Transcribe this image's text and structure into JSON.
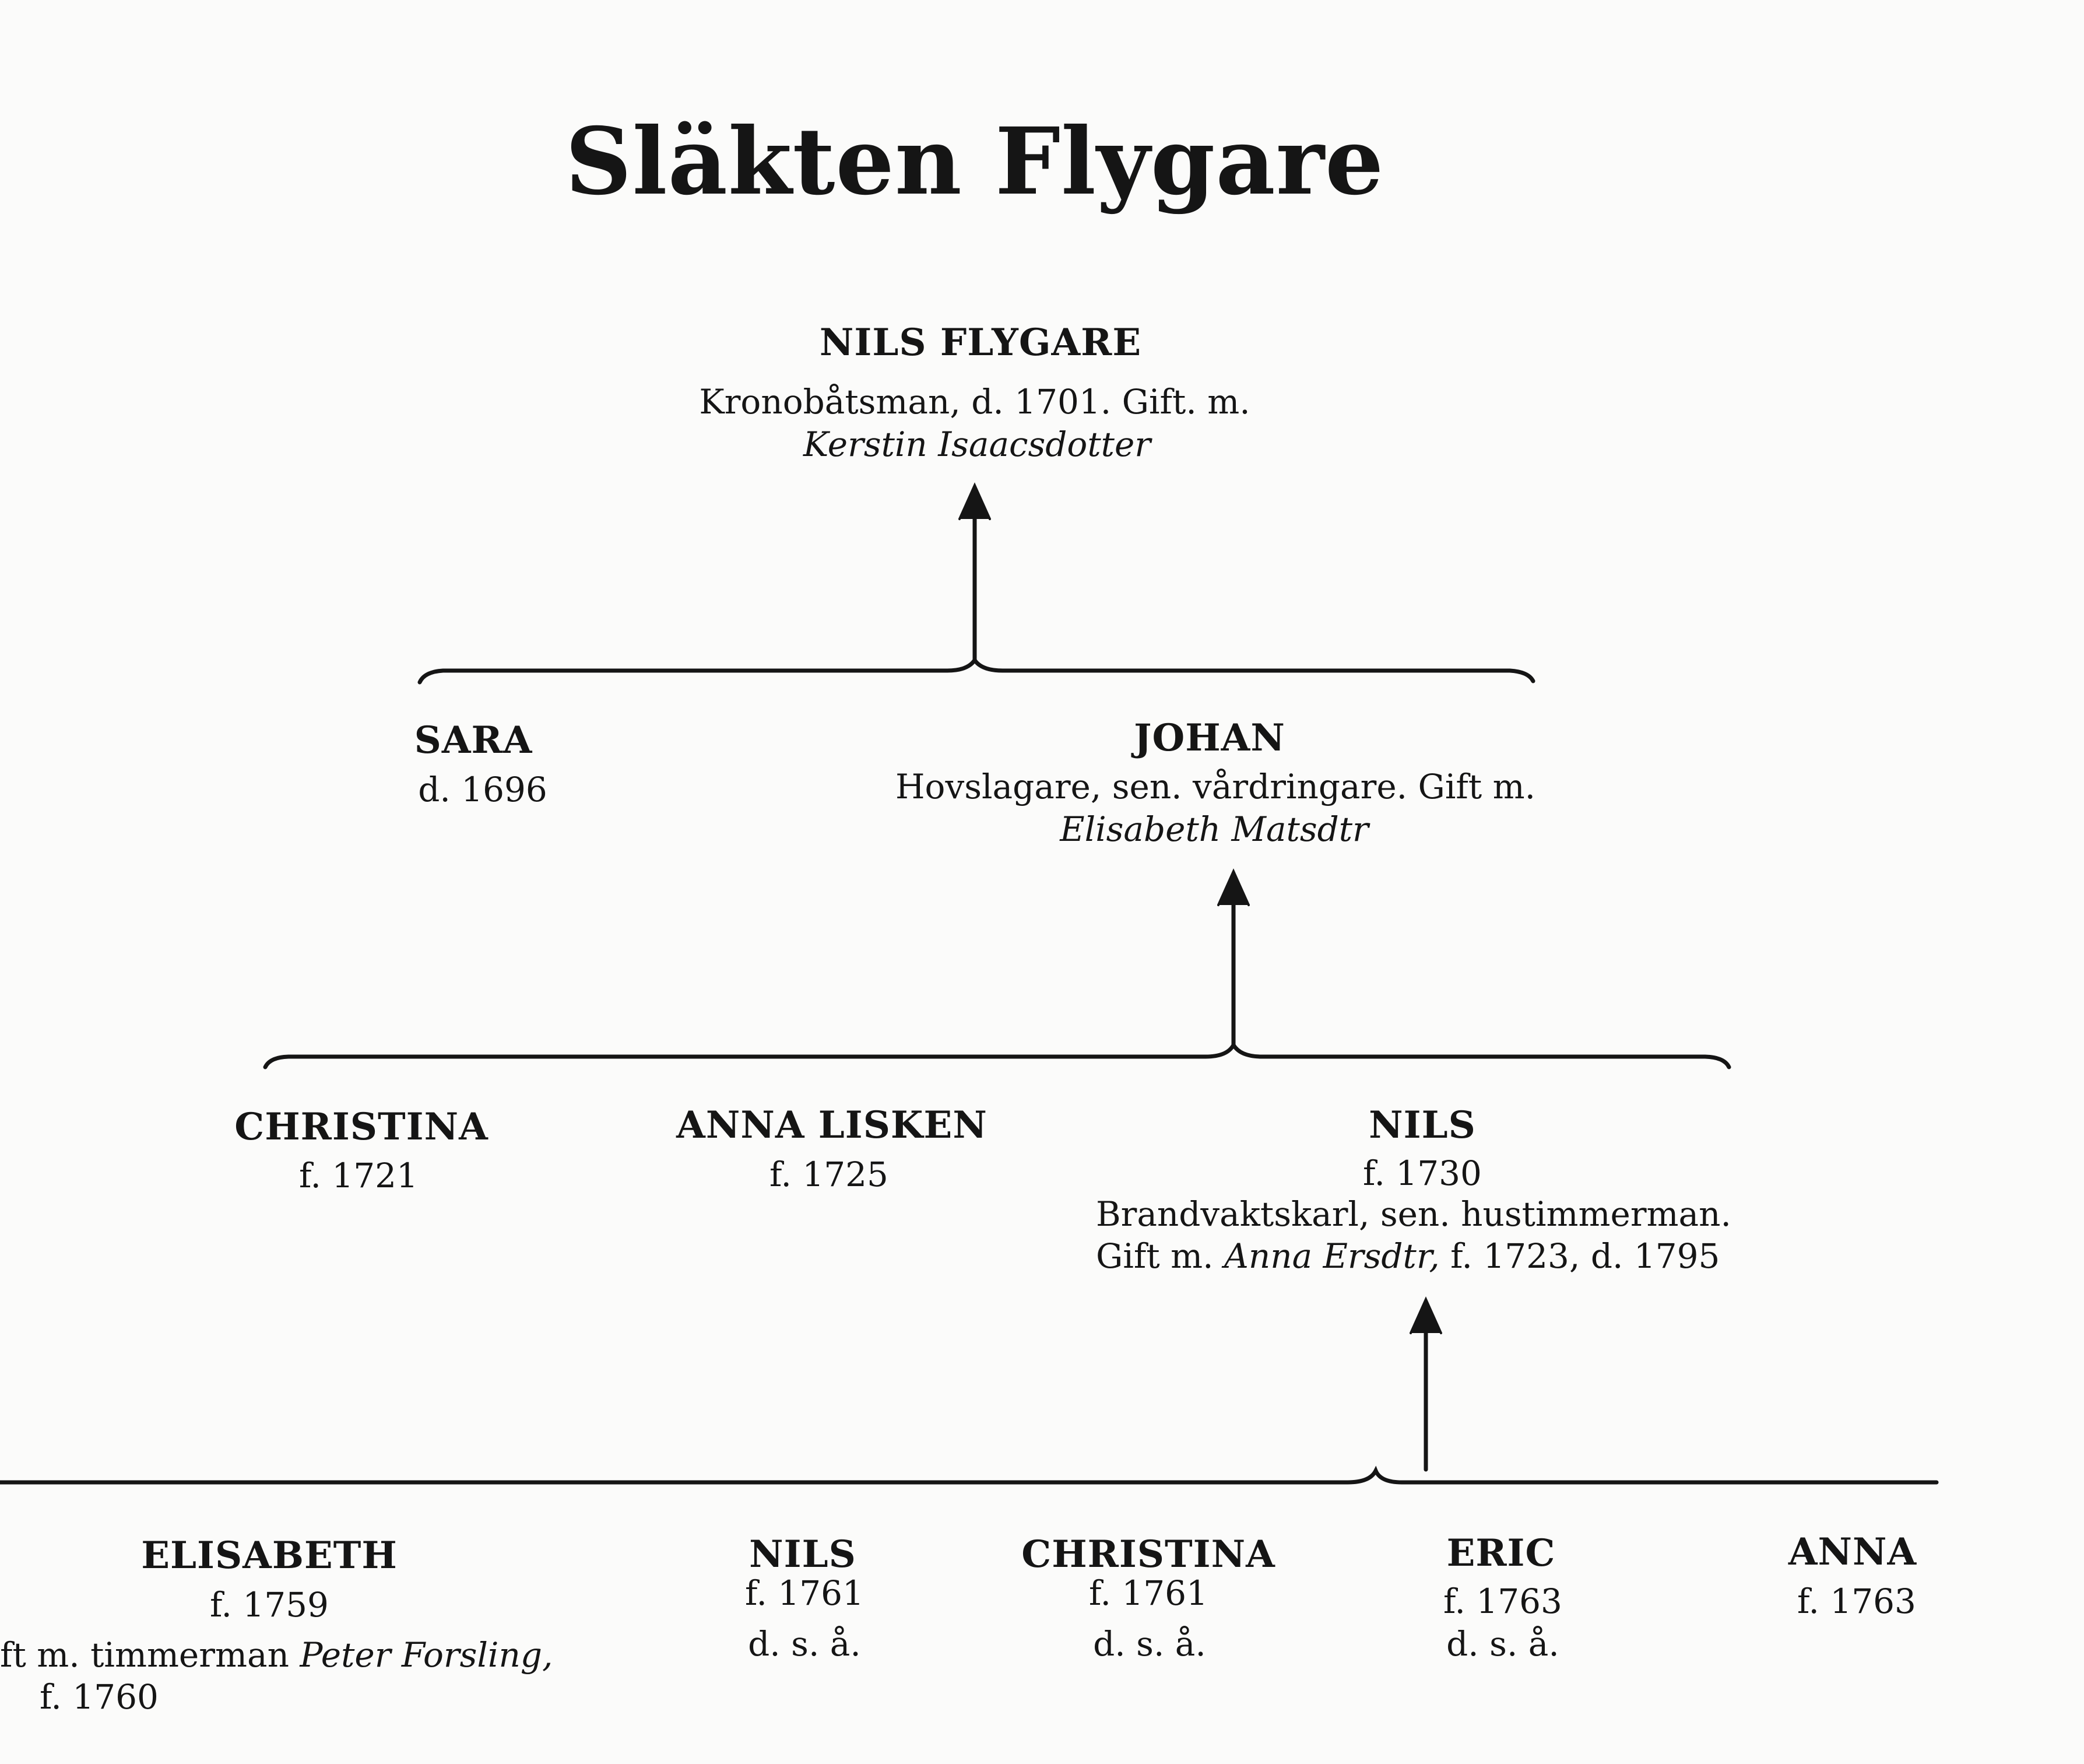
{
  "title": "Släkten Flygare",
  "gen1": {
    "name": "NILS FLYGARE",
    "line1": "Kronobåtsman, d. 1701. Gift. m.",
    "spouse": "Kerstin Isaacsdotter"
  },
  "gen2": {
    "sara": {
      "name": "SARA",
      "line1": "d. 1696"
    },
    "johan": {
      "name": "JOHAN",
      "line1": "Hovslagare, sen. vårdringare. Gift m.",
      "spouse": "Elisabeth Matsdtr"
    }
  },
  "gen3": {
    "christina": {
      "name": "CHRISTINA",
      "line1": "f. 1721"
    },
    "anna_lisken": {
      "name": "ANNA LISKEN",
      "line1": "f. 1725"
    },
    "nils": {
      "name": "NILS",
      "line1": "f. 1730",
      "line2": "Brandvaktskarl, sen. hustimmerman.",
      "line3_prefix": "Gift m.",
      "spouse": "Anna Ersdtr,",
      "line3_suffix": "f. 1723, d. 1795"
    }
  },
  "gen4": {
    "elisabeth": {
      "name": "ELISABETH",
      "line1": "f. 1759",
      "line2_prefix": "ft m. timmerman",
      "spouse": "Peter Forsling,",
      "line3": "f. 1760"
    },
    "nils": {
      "name": "NILS",
      "line1": "f. 1761",
      "line2": "d. s. å."
    },
    "christina": {
      "name": "CHRISTINA",
      "line1": "f. 1761",
      "line2": "d. s. å."
    },
    "eric": {
      "name": "ERIC",
      "line1": "f. 1763",
      "line2": "d. s. å."
    },
    "anna": {
      "name": "ANNA",
      "line1": "f. 1763"
    }
  }
}
